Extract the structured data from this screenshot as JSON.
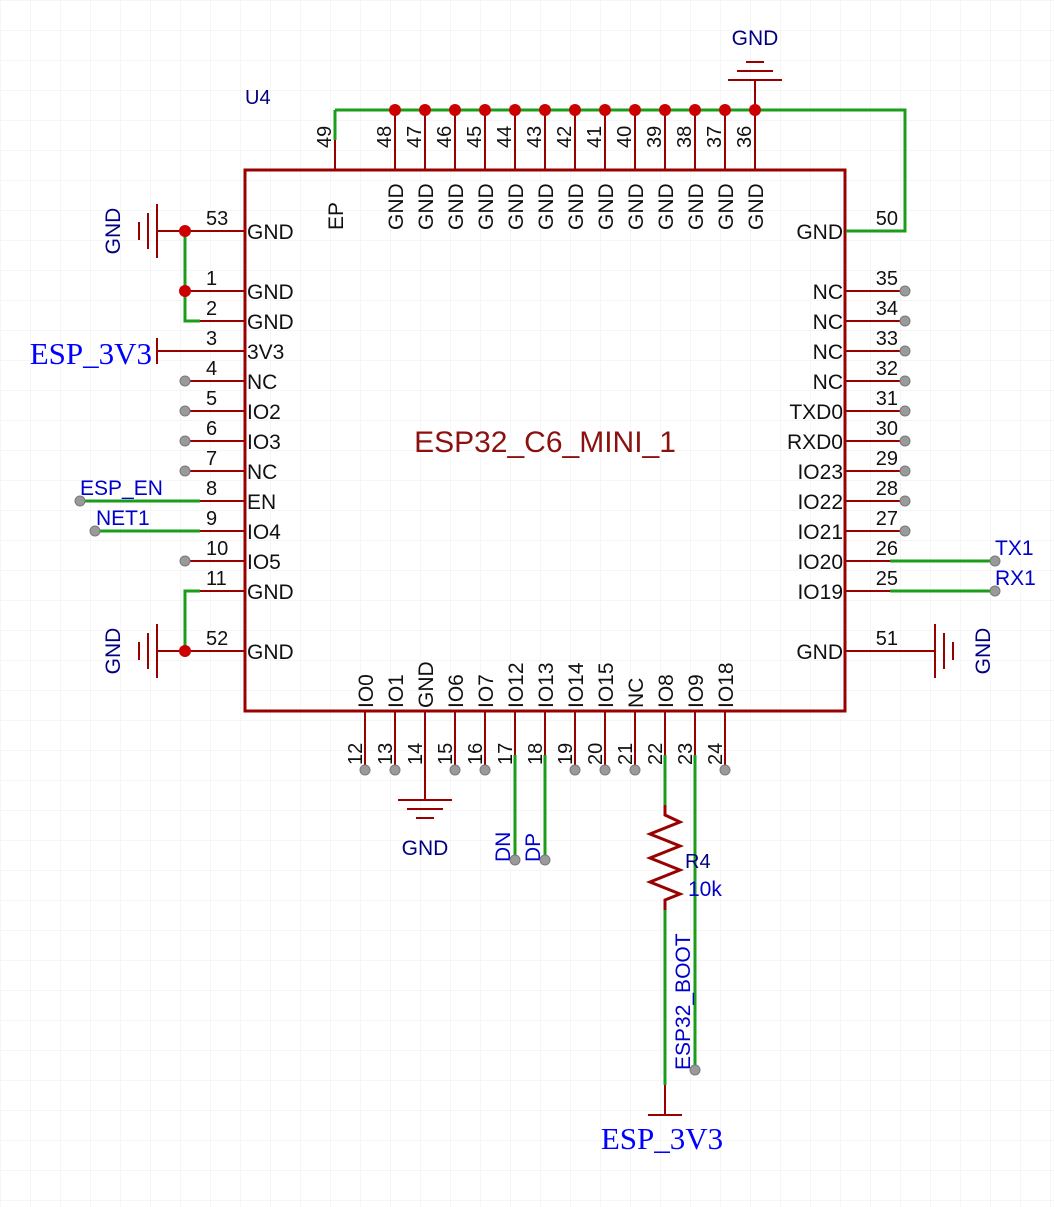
{
  "component": {
    "refdes": "U4",
    "name": "ESP32_C6_MINI_1"
  },
  "resistor": {
    "refdes": "R4",
    "value": "10k"
  },
  "pins": {
    "top": [
      {
        "num": "49",
        "name": "EP"
      },
      {
        "num": "48",
        "name": "GND"
      },
      {
        "num": "47",
        "name": "GND"
      },
      {
        "num": "46",
        "name": "GND"
      },
      {
        "num": "45",
        "name": "GND"
      },
      {
        "num": "44",
        "name": "GND"
      },
      {
        "num": "43",
        "name": "GND"
      },
      {
        "num": "42",
        "name": "GND"
      },
      {
        "num": "41",
        "name": "GND"
      },
      {
        "num": "40",
        "name": "GND"
      },
      {
        "num": "39",
        "name": "GND"
      },
      {
        "num": "38",
        "name": "GND"
      },
      {
        "num": "37",
        "name": "GND"
      },
      {
        "num": "36",
        "name": "GND"
      }
    ],
    "left": [
      {
        "num": "53",
        "name": "GND"
      },
      {
        "num": "1",
        "name": "GND"
      },
      {
        "num": "2",
        "name": "GND"
      },
      {
        "num": "3",
        "name": "3V3"
      },
      {
        "num": "4",
        "name": "NC"
      },
      {
        "num": "5",
        "name": "IO2"
      },
      {
        "num": "6",
        "name": "IO3"
      },
      {
        "num": "7",
        "name": "NC"
      },
      {
        "num": "8",
        "name": "EN"
      },
      {
        "num": "9",
        "name": "IO4"
      },
      {
        "num": "10",
        "name": "IO5"
      },
      {
        "num": "11",
        "name": "GND"
      },
      {
        "num": "52",
        "name": "GND"
      }
    ],
    "right": [
      {
        "num": "50",
        "name": "GND"
      },
      {
        "num": "35",
        "name": "NC"
      },
      {
        "num": "34",
        "name": "NC"
      },
      {
        "num": "33",
        "name": "NC"
      },
      {
        "num": "32",
        "name": "NC"
      },
      {
        "num": "31",
        "name": "TXD0"
      },
      {
        "num": "30",
        "name": "RXD0"
      },
      {
        "num": "29",
        "name": "IO23"
      },
      {
        "num": "28",
        "name": "IO22"
      },
      {
        "num": "27",
        "name": "IO21"
      },
      {
        "num": "26",
        "name": "IO20"
      },
      {
        "num": "25",
        "name": "IO19"
      },
      {
        "num": "51",
        "name": "GND"
      }
    ],
    "bottom": [
      {
        "num": "12",
        "name": "IO0"
      },
      {
        "num": "13",
        "name": "IO1"
      },
      {
        "num": "14",
        "name": "GND"
      },
      {
        "num": "15",
        "name": "IO6"
      },
      {
        "num": "16",
        "name": "IO7"
      },
      {
        "num": "17",
        "name": "IO12"
      },
      {
        "num": "18",
        "name": "IO13"
      },
      {
        "num": "19",
        "name": "IO14"
      },
      {
        "num": "20",
        "name": "IO15"
      },
      {
        "num": "21",
        "name": "NC"
      },
      {
        "num": "22",
        "name": "IO8"
      },
      {
        "num": "23",
        "name": "IO9"
      },
      {
        "num": "24",
        "name": "IO18"
      }
    ]
  },
  "nets": {
    "esp_3v3": "ESP_3V3",
    "esp_en": "ESP_EN",
    "net1": "NET1",
    "tx1": "TX1",
    "rx1": "RX1",
    "dn": "DN",
    "dp": "DP",
    "esp32_boot": "ESP32_BOOT",
    "gnd": "GND"
  },
  "colors": {
    "body": "#990000",
    "wire": "#1a9e1a",
    "junction": "#cc0000",
    "net_label": "#0000cc",
    "power_label": "#0000ff",
    "grid": "#ececec"
  }
}
